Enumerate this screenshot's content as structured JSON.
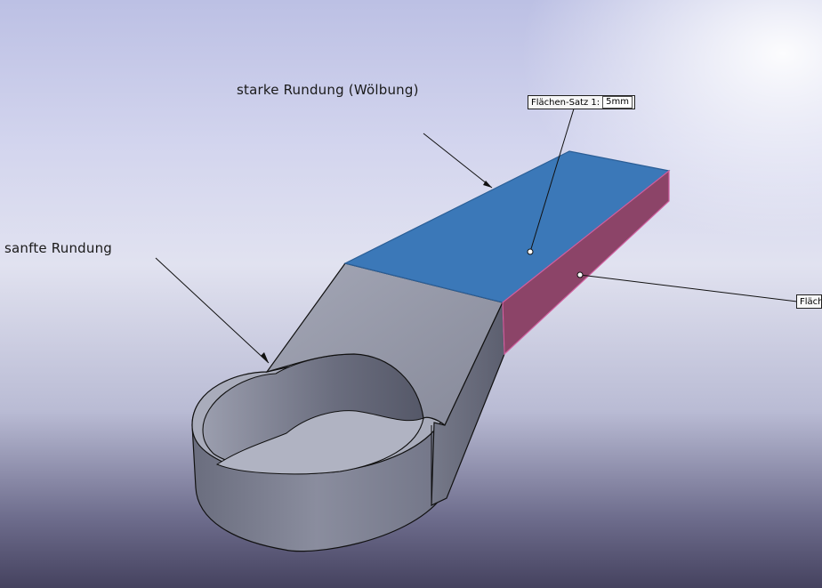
{
  "annotations": {
    "strong_rounding": "starke Rundung (Wölbung)",
    "soft_rounding": "sanfte Rundung"
  },
  "callouts": {
    "face_set_1": {
      "label": "Flächen-Satz 1:",
      "value": "5mm"
    },
    "face_set_2": {
      "label": "Fläch"
    }
  },
  "colors": {
    "selected_top_face": "#3b78b8",
    "selected_side_face": "#8c4468",
    "part_body": "#7e8193"
  }
}
